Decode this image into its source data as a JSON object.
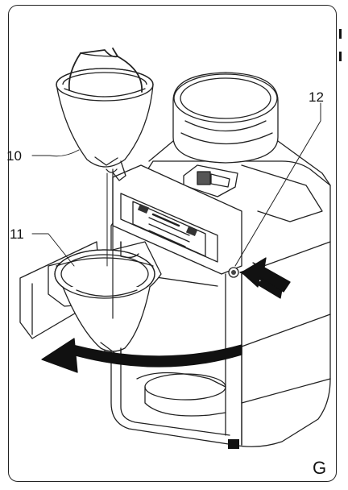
{
  "figure": {
    "letter": "G",
    "callouts": [
      {
        "id": "10"
      },
      {
        "id": "11"
      },
      {
        "id": "12"
      }
    ]
  },
  "colors": {
    "line": "#222222",
    "arrow": "#111111",
    "frame": "#222222",
    "background": "#ffffff"
  },
  "icons": {
    "push-arrow": "black-arrow-pointing-left",
    "swing-arrow": "curved-black-arrow"
  }
}
